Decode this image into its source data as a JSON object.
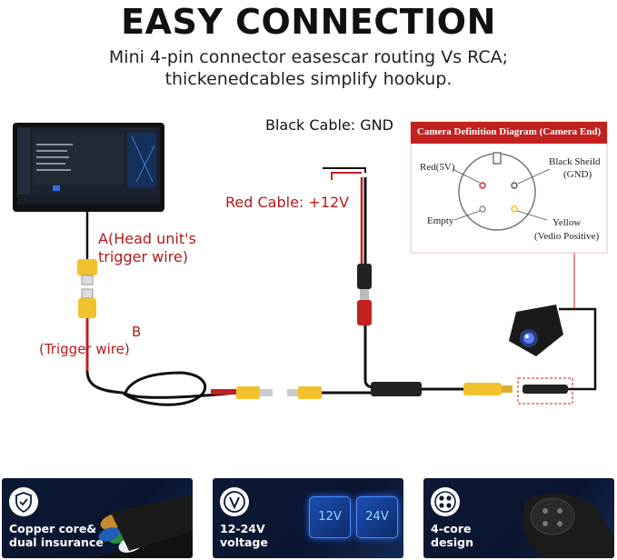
{
  "header": {
    "title": "EASY CONNECTION",
    "subtitle_line1": "Mini 4-pin connector easescar routing Vs RCA;",
    "subtitle_line2": "thickenedcables simplify hookup."
  },
  "labels": {
    "black_cable": "Black Cable: GND",
    "red_cable": "Red Cable: +12V",
    "a_line1": "A(Head unit's",
    "a_line2": "trigger wire)",
    "b_line1": "B",
    "b_line2": "(Trigger wire)"
  },
  "camera_diagram": {
    "title": "Camera Definition Diagram (Camera End)",
    "red": "Red(5V)",
    "black_line1": "Black Sheild",
    "black_line2": "(GND)",
    "empty": "Empty",
    "yellow_line1": "Yellow",
    "yellow_line2": "(Vedio Positive)"
  },
  "features": [
    {
      "line1": "Copper core&",
      "line2": "dual insurance",
      "icon": "shield-check-icon"
    },
    {
      "line1": "12-24V",
      "line2": "voltage",
      "icon": "voltage-icon",
      "chips": [
        "12V",
        "24V"
      ]
    },
    {
      "line1": "4-core",
      "line2": "design",
      "icon": "four-dots-icon"
    }
  ],
  "colors": {
    "red_label": "#b21b1b",
    "connector_yellow": "#f2c12e",
    "card_bg": "#0d1a35"
  }
}
